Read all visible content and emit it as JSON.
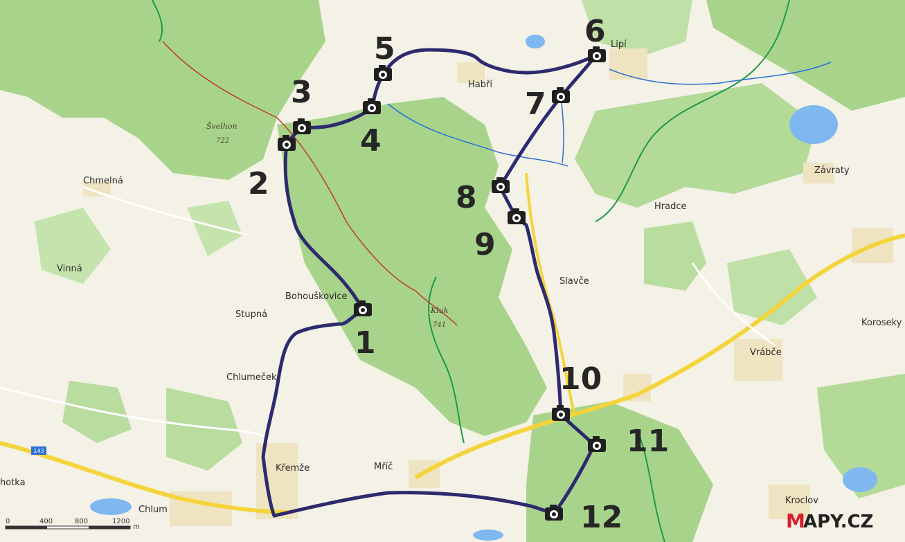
{
  "places": {
    "chmelna": "Chmelná",
    "vinna": "Vinná",
    "stupna": "Stupná",
    "bohouskovice": "Bohouškovice",
    "chlumecek": "Chlumeček",
    "kremze": "Křemže",
    "mric": "Mříč",
    "chlum": "Chlum",
    "habri": "Habří",
    "lipi": "Lipí",
    "zavraty": "Závraty",
    "hradce": "Hradce",
    "slavce": "Slavče",
    "koroseky": "Koroseky",
    "vrabce": "Vrábče",
    "kroclov": "Kroclov",
    "hotka": "hotka"
  },
  "peaks": [
    {
      "name": "Švelhon",
      "elev": "722"
    },
    {
      "name": "Kluk",
      "elev": "741"
    }
  ],
  "stops": [
    "1",
    "2",
    "3",
    "4",
    "5",
    "6",
    "7",
    "8",
    "9",
    "10",
    "11",
    "12"
  ],
  "scale": {
    "labels": [
      "0",
      "400",
      "800",
      "1200"
    ],
    "unit": "m"
  },
  "brand": {
    "first": "M",
    "rest": "APY.CZ"
  },
  "road_badge": "143",
  "colors": {
    "route": "#2e2a6e",
    "forest": "#9fcf7f",
    "main_road": "#f4d43a",
    "river": "#2a6fd6"
  }
}
